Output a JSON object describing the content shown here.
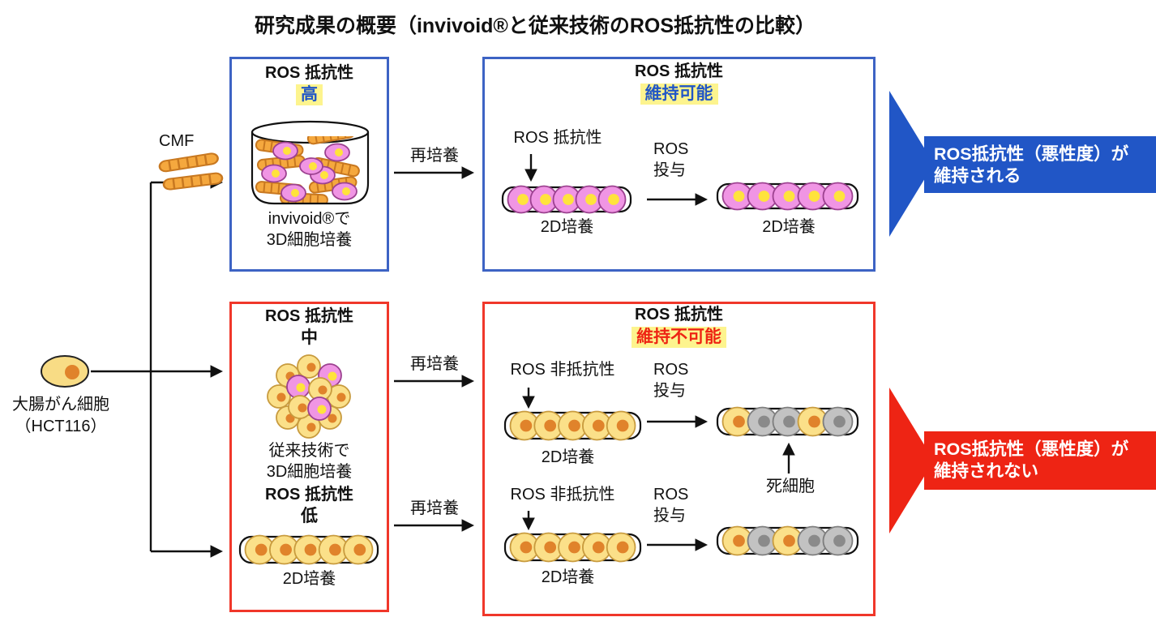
{
  "title": "研究成果の概要（invivoid®と従来技術のROS抵抗性の比較）",
  "left": {
    "cell_label1": "大腸がん細胞",
    "cell_label2": "（HCT116）",
    "cmf": "CMF"
  },
  "labels": {
    "reculture": "再培養",
    "culture_2d": "2D培養",
    "ros_line1": "ROS",
    "ros_line2": "投与"
  },
  "invivoid_box": {
    "heading": "ROS 抵抗性",
    "level": "高",
    "caption1": "invivoid®で",
    "caption2": "3D細胞培養"
  },
  "blue_result": {
    "heading": "ROS 抵抗性",
    "status": "維持可能",
    "dish_label": "ROS 抵抗性"
  },
  "blue_banner": {
    "line1": "ROS抵抗性（悪性度）が",
    "line2": "維持される"
  },
  "conventional_box": {
    "heading_mid": "ROS 抵抗性",
    "level_mid": "中",
    "caption1": "従来技術で",
    "caption2": "3D細胞培養",
    "heading_low": "ROS 抵抗性",
    "level_low": "低"
  },
  "red_result": {
    "heading": "ROS 抵抗性",
    "status": "維持不可能",
    "row_label": "ROS 非抵抗性",
    "dead_label": "死細胞"
  },
  "red_banner": {
    "line1": "ROS抵抗性（悪性度）が",
    "line2": "維持されない"
  },
  "dishes": {
    "blue1": [
      "pink",
      "pink",
      "pink",
      "pink",
      "pink"
    ],
    "blue2": [
      "pink",
      "pink",
      "pink",
      "pink",
      "pink"
    ],
    "redleft": [
      "yellow",
      "yellow",
      "yellow",
      "yellow",
      "yellow"
    ],
    "r1l": [
      "yellow",
      "yellow",
      "yellow",
      "yellow",
      "yellow"
    ],
    "r1r": [
      "yellow",
      "gray",
      "gray",
      "yellow",
      "gray"
    ],
    "r2l": [
      "yellow",
      "yellow",
      "yellow",
      "yellow",
      "yellow"
    ],
    "r2r": [
      "yellow",
      "gray",
      "yellow",
      "gray",
      "gray"
    ]
  },
  "colors": {
    "blue": "#2156c6",
    "blue_border": "#3d63c4",
    "red_banner": "#ee2414",
    "red_border": "#f0372a",
    "highlight": "#fdf48e",
    "pink_body": "#f095e4",
    "pink_edge": "#9c4190",
    "yellow_body": "#fbe089",
    "yellow_edge": "#c89b3e",
    "gray_body": "#c2c2c2",
    "gray_edge": "#7d7d7d",
    "nucleus_yellow": "#ffe33c",
    "nucleus_orange": "#e0832b",
    "nucleus_gray": "#8a8a8a",
    "rod_fill": "#f5a83e",
    "rod_edge": "#c87820",
    "cell_body": "#f8dc85"
  }
}
